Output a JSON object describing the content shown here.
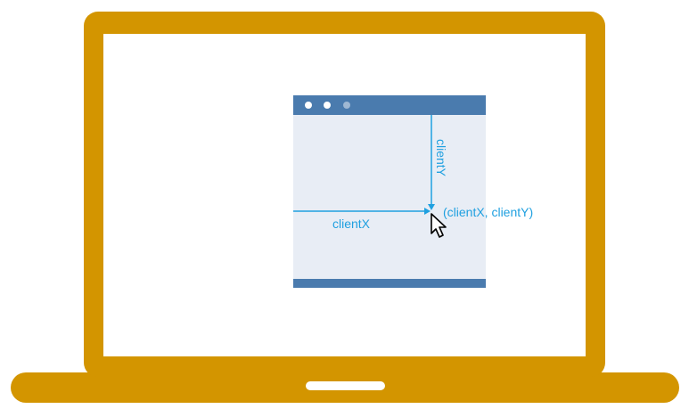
{
  "labels": {
    "client_x": "clientX",
    "client_y": "clientY",
    "point": "(clientX, clientY)"
  },
  "colors": {
    "laptop": "#D39500",
    "window_titlebar": "#4A7BAE",
    "window_body": "#E8EDF5",
    "accent": "#1FA0E0",
    "dot_bright": "#FFFFFF",
    "dot_dim": "#9FB8D3",
    "screen": "#FFFFFF"
  },
  "icons": {
    "cursor": "mouse-pointer-icon"
  }
}
